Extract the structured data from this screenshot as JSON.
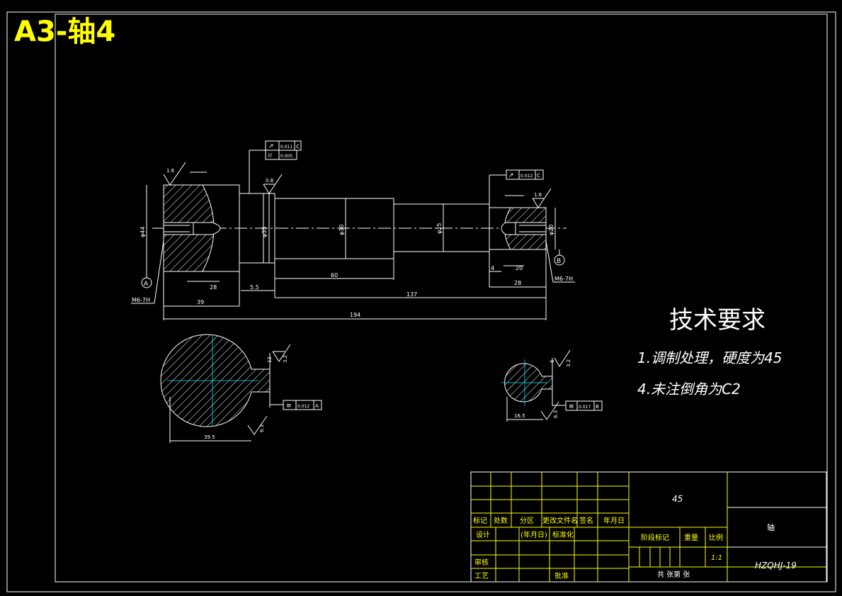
{
  "sheet_title": "A3-轴4",
  "tech_requirements": {
    "heading": "技术要求",
    "items": [
      "1.调制处理，硬度为45",
      "4.未注倒角为C2"
    ]
  },
  "datums": {
    "a": "A",
    "b": "B"
  },
  "thread_left": "M6-7H",
  "thread_right": "M6-7H",
  "roughness": {
    "r1": "1.6",
    "r2": "0.8",
    "r3": "1.6",
    "r4": "3.2",
    "r5": "6.3",
    "r6": "3.2",
    "r7": "6.3"
  },
  "tolerance_frames": {
    "f1": {
      "value": "0.011",
      "datum": "C"
    },
    "f2": {
      "value": "0.005"
    },
    "f3": {
      "value": "0.012",
      "datum": "C"
    },
    "f4": {
      "value": "0.012",
      "datum": "A"
    },
    "f5": {
      "value": "0.017",
      "datum": "B"
    }
  },
  "dimensions": {
    "d_left_dia": "φ44",
    "d_bearing_dia": "φ35",
    "d_mid_dia": "φ30",
    "d_right_dia": "φ25",
    "d_end_dia": "φ20",
    "d_28a": "28",
    "d_55": "5.5",
    "d_39": "39",
    "d_60": "60",
    "d_137": "137",
    "d_194": "194",
    "d_4": "4",
    "d_20": "20",
    "d_28b": "28",
    "d_key1": "12",
    "d_key2": "6",
    "d_sec1": "39.5",
    "d_sec2": "16.5"
  },
  "title_block": {
    "material": "45",
    "part_name": "轴",
    "drawing_no": "HZQHJ-19",
    "scale": "1:1",
    "headers": [
      "标记",
      "处数",
      "分区",
      "更改文件名",
      "签名",
      "年月日"
    ],
    "row_design": [
      "设计",
      "(年月日)",
      "标准化"
    ],
    "row_check": "审核",
    "row_process": "工艺",
    "approve": "批准",
    "stage_mark": "阶段标记",
    "weight": "重量",
    "ratio": "比例",
    "sheets": "共  张第  张"
  },
  "colors": {
    "line": "#ffffff",
    "title": "#ffff00",
    "center": "#00e5ff",
    "background": "#000000"
  }
}
